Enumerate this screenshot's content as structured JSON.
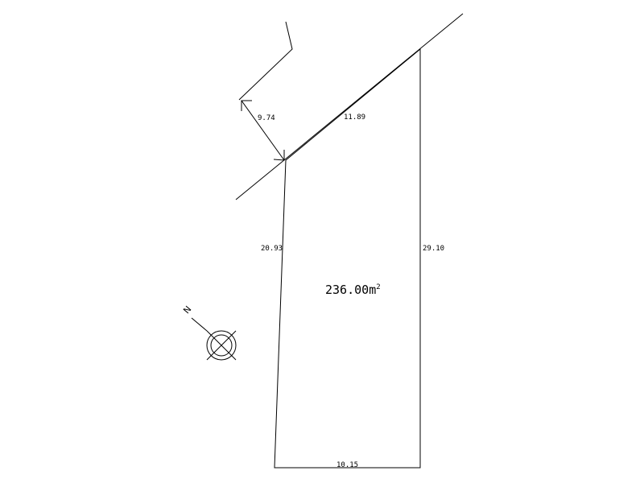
{
  "plot": {
    "area_value": "236.00",
    "area_unit": "m",
    "area_superscript": "2"
  },
  "dimensions": {
    "road_width": "9.74",
    "frontage": "11.89",
    "left_side": "20.93",
    "right_side": "29.10",
    "rear": "10.15"
  },
  "north_arrow": {
    "label": "N"
  }
}
